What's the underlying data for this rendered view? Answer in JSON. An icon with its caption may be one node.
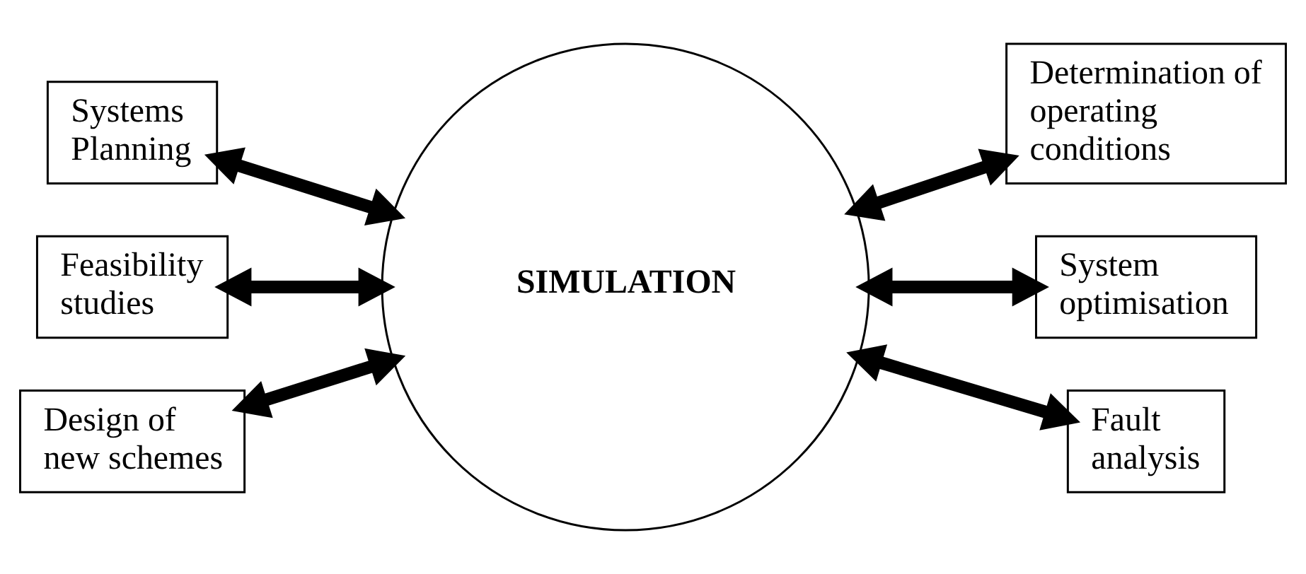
{
  "diagram": {
    "nodes": [
      {
        "text": [
          "Systems Planning"
        ]
      },
      {
        "text": [
          "Determination of operating conditions"
        ]
      },
      {
        "text": [
          "Feasibility studies"
        ]
      },
      {
        "text": [
          "SIMULATION"
        ]
      },
      {
        "text": [
          "System optimisation"
        ]
      },
      {
        "text": [
          "Design of new schemes"
        ]
      },
      {
        "text": [
          "Fault analysis"
        ]
      }
    ],
    "edges": [
      {
        "from": 0,
        "to": 3,
        "arrow": "both"
      },
      {
        "from": 3,
        "to": 1,
        "arrow": "both"
      },
      {
        "from": 2,
        "to": 3,
        "arrow": "both"
      },
      {
        "from": 3,
        "to": 4,
        "arrow": "both"
      },
      {
        "from": 5,
        "to": 3,
        "arrow": "both"
      },
      {
        "from": 3,
        "to": 6,
        "arrow": "both"
      }
    ]
  }
}
